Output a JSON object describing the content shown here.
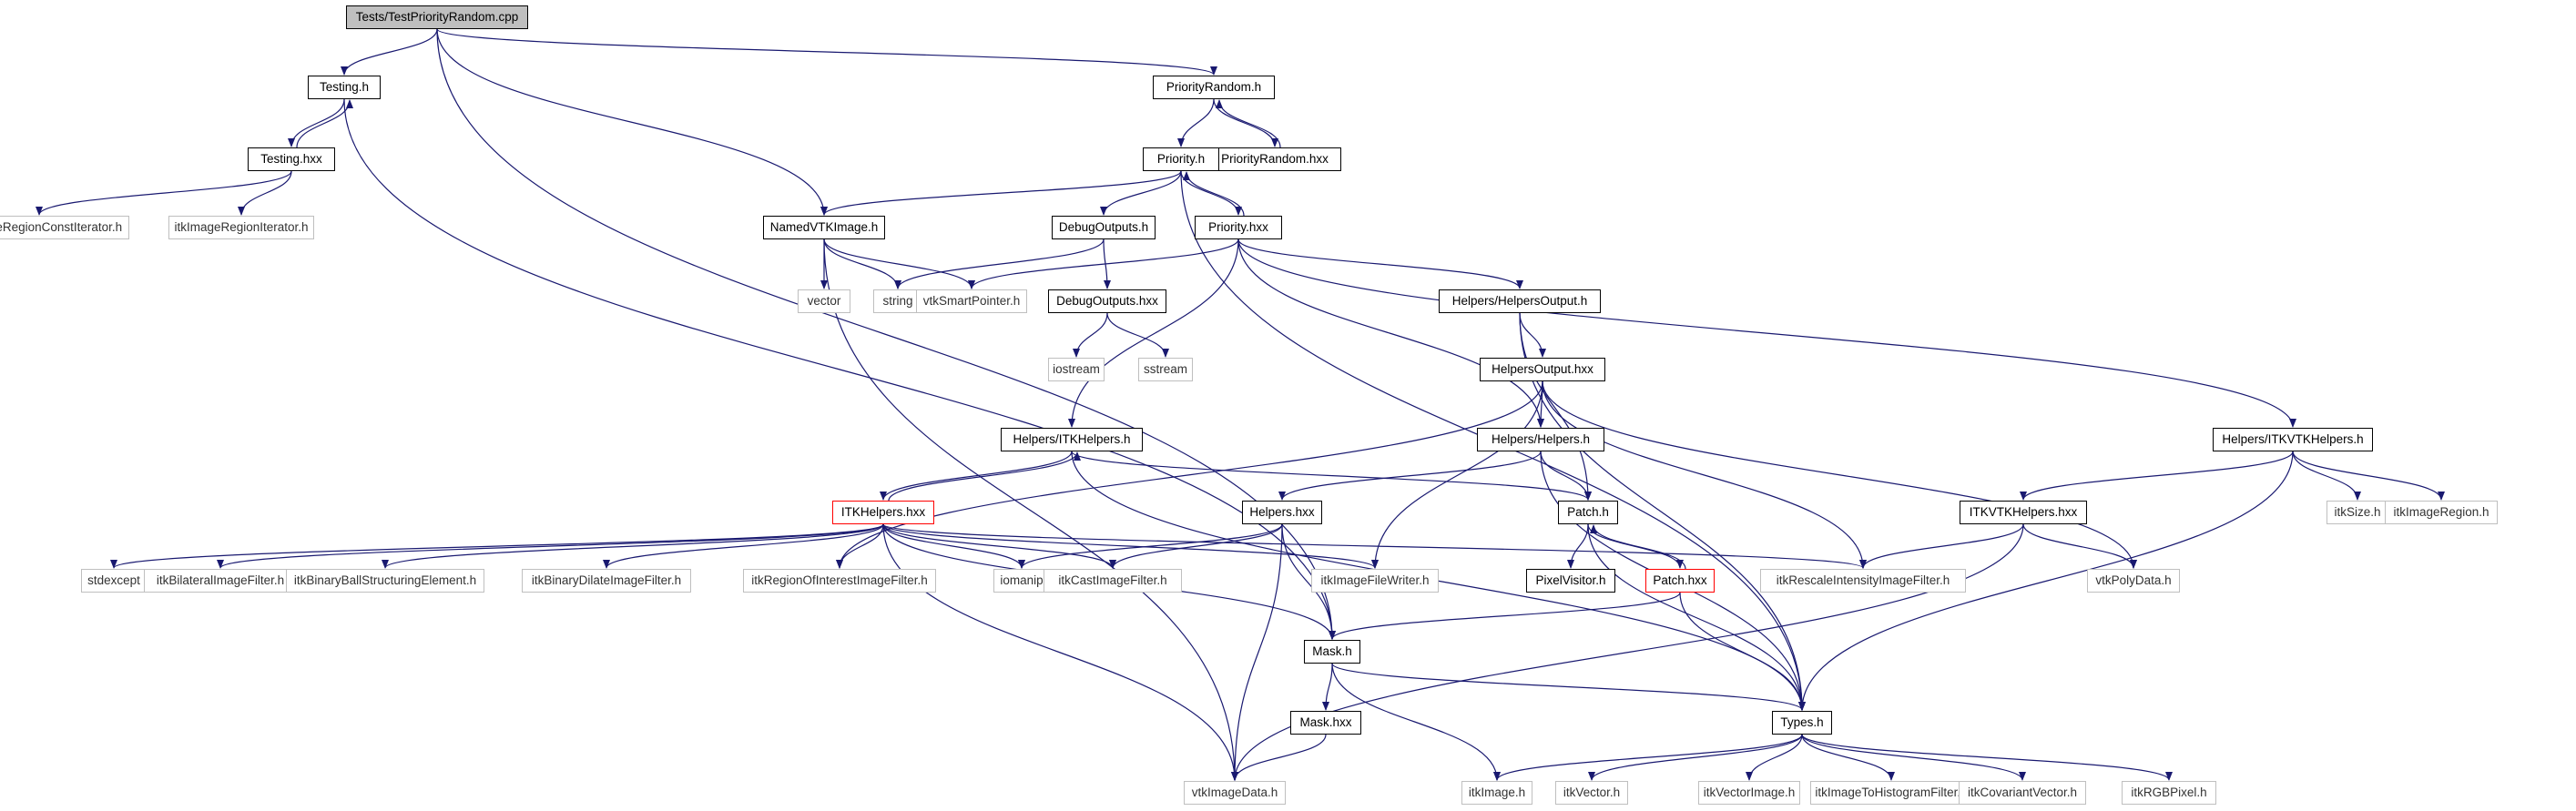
{
  "colors": {
    "edge": "#191970",
    "root_fill": "#bfbfbf",
    "normal_border": "#000000",
    "external_border": "#bfbfbf",
    "truncated_border": "#ff0000"
  },
  "nodes": [
    {
      "id": "root",
      "label": "Tests/TestPriorityRandom.cpp",
      "kind": "root"
    },
    {
      "id": "testing_h",
      "label": "Testing.h",
      "kind": "normal"
    },
    {
      "id": "priorityrandom_h",
      "label": "PriorityRandom.h",
      "kind": "normal"
    },
    {
      "id": "testing_hxx",
      "label": "Testing.hxx",
      "kind": "normal"
    },
    {
      "id": "priorityrandom_hxx",
      "label": "PriorityRandom.hxx",
      "kind": "normal"
    },
    {
      "id": "priority_h",
      "label": "Priority.h",
      "kind": "normal"
    },
    {
      "id": "itkimageregionconstiterator_h",
      "label": "itkImageRegionConstIterator.h",
      "kind": "external"
    },
    {
      "id": "itkimageregioniterator_h",
      "label": "itkImageRegionIterator.h",
      "kind": "external"
    },
    {
      "id": "namedvtkimage_h",
      "label": "NamedVTKImage.h",
      "kind": "normal"
    },
    {
      "id": "debugoutputs_h",
      "label": "DebugOutputs.h",
      "kind": "normal"
    },
    {
      "id": "priority_hxx",
      "label": "Priority.hxx",
      "kind": "normal"
    },
    {
      "id": "vector",
      "label": "vector",
      "kind": "external"
    },
    {
      "id": "string",
      "label": "string",
      "kind": "external"
    },
    {
      "id": "vtksmartpointer_h",
      "label": "vtkSmartPointer.h",
      "kind": "external"
    },
    {
      "id": "debugoutputs_hxx",
      "label": "DebugOutputs.hxx",
      "kind": "normal"
    },
    {
      "id": "helpersoutput_h",
      "label": "Helpers/HelpersOutput.h",
      "kind": "normal"
    },
    {
      "id": "iostream",
      "label": "iostream",
      "kind": "external"
    },
    {
      "id": "sstream",
      "label": "sstream",
      "kind": "external"
    },
    {
      "id": "helpersoutput_hxx",
      "label": "HelpersOutput.hxx",
      "kind": "normal"
    },
    {
      "id": "itkhelpers_h",
      "label": "Helpers/ITKHelpers.h",
      "kind": "normal"
    },
    {
      "id": "helpers_helpers_h",
      "label": "Helpers/Helpers.h",
      "kind": "normal"
    },
    {
      "id": "itkvtkhelpers_h",
      "label": "Helpers/ITKVTKHelpers.h",
      "kind": "normal"
    },
    {
      "id": "itkhelpers_hxx",
      "label": "ITKHelpers.hxx",
      "kind": "truncated"
    },
    {
      "id": "helpers_hxx",
      "label": "Helpers.hxx",
      "kind": "normal"
    },
    {
      "id": "patch_h",
      "label": "Patch.h",
      "kind": "normal"
    },
    {
      "id": "itkvtkhelpers_hxx",
      "label": "ITKVTKHelpers.hxx",
      "kind": "normal"
    },
    {
      "id": "itksize_h",
      "label": "itkSize.h",
      "kind": "external"
    },
    {
      "id": "itkimageregion_h",
      "label": "itkImageRegion.h",
      "kind": "external"
    },
    {
      "id": "stdexcept",
      "label": "stdexcept",
      "kind": "external"
    },
    {
      "id": "itkbilateralimagefilter_h",
      "label": "itkBilateralImageFilter.h",
      "kind": "external"
    },
    {
      "id": "itkbinaryballstructuringelement_h",
      "label": "itkBinaryBallStructuringElement.h",
      "kind": "external"
    },
    {
      "id": "itkbinarydilateimagefilter_h",
      "label": "itkBinaryDilateImageFilter.h",
      "kind": "external"
    },
    {
      "id": "itkregionofinterestimagefilter_h",
      "label": "itkRegionOfInterestImageFilter.h",
      "kind": "external"
    },
    {
      "id": "iomanip",
      "label": "iomanip",
      "kind": "external"
    },
    {
      "id": "itkcastimagefilter_h",
      "label": "itkCastImageFilter.h",
      "kind": "external"
    },
    {
      "id": "itkimagefilewriter_h",
      "label": "itkImageFileWriter.h",
      "kind": "external"
    },
    {
      "id": "pixelvisitor_h",
      "label": "PixelVisitor.h",
      "kind": "normal"
    },
    {
      "id": "patch_hxx",
      "label": "Patch.hxx",
      "kind": "truncated"
    },
    {
      "id": "itkrescaleintensityimagefilter_h",
      "label": "itkRescaleIntensityImageFilter.h",
      "kind": "external"
    },
    {
      "id": "vtkpolydata_h",
      "label": "vtkPolyData.h",
      "kind": "external"
    },
    {
      "id": "mask_h",
      "label": "Mask.h",
      "kind": "normal"
    },
    {
      "id": "mask_hxx",
      "label": "Mask.hxx",
      "kind": "normal"
    },
    {
      "id": "types_h",
      "label": "Types.h",
      "kind": "normal"
    },
    {
      "id": "vtkimagedata_h",
      "label": "vtkImageData.h",
      "kind": "external"
    },
    {
      "id": "itkimage_h",
      "label": "itkImage.h",
      "kind": "external"
    },
    {
      "id": "itkvector_h",
      "label": "itkVector.h",
      "kind": "external"
    },
    {
      "id": "itkvectorimage_h",
      "label": "itkVectorImage.h",
      "kind": "external"
    },
    {
      "id": "itkimagetohistogramfilter_h",
      "label": "itkImageToHistogramFilter.h",
      "kind": "external"
    },
    {
      "id": "itkcovariantvector_h",
      "label": "itkCovariantVector.h",
      "kind": "external"
    },
    {
      "id": "itkrgbpixel_h",
      "label": "itkRGBPixel.h",
      "kind": "external"
    }
  ],
  "edges": [
    [
      "root",
      "testing_h"
    ],
    [
      "root",
      "priorityrandom_h"
    ],
    [
      "root",
      "namedvtkimage_h"
    ],
    [
      "root",
      "mask_h"
    ],
    [
      "testing_h",
      "testing_hxx"
    ],
    [
      "testing_hxx",
      "testing_h"
    ],
    [
      "testing_h",
      "mask_h"
    ],
    [
      "testing_hxx",
      "itkimageregionconstiterator_h"
    ],
    [
      "testing_hxx",
      "itkimageregioniterator_h"
    ],
    [
      "priorityrandom_h",
      "priority_h"
    ],
    [
      "priorityrandom_h",
      "priorityrandom_hxx"
    ],
    [
      "priorityrandom_hxx",
      "priorityrandom_h"
    ],
    [
      "priority_h",
      "namedvtkimage_h"
    ],
    [
      "priority_h",
      "debugoutputs_h"
    ],
    [
      "priority_h",
      "priority_hxx"
    ],
    [
      "priority_hxx",
      "priority_h"
    ],
    [
      "priority_h",
      "types_h"
    ],
    [
      "namedvtkimage_h",
      "vector"
    ],
    [
      "namedvtkimage_h",
      "string"
    ],
    [
      "namedvtkimage_h",
      "vtksmartpointer_h"
    ],
    [
      "namedvtkimage_h",
      "vtkimagedata_h"
    ],
    [
      "debugoutputs_h",
      "string"
    ],
    [
      "debugoutputs_h",
      "debugoutputs_hxx"
    ],
    [
      "debugoutputs_hxx",
      "iostream"
    ],
    [
      "debugoutputs_hxx",
      "sstream"
    ],
    [
      "priority_hxx",
      "vtksmartpointer_h"
    ],
    [
      "priority_hxx",
      "helpersoutput_h"
    ],
    [
      "priority_hxx",
      "itkhelpers_h"
    ],
    [
      "priority_hxx",
      "helpers_helpers_h"
    ],
    [
      "priority_hxx",
      "itkvtkhelpers_h"
    ],
    [
      "helpersoutput_h",
      "helpersoutput_hxx"
    ],
    [
      "helpersoutput_h",
      "patch_h"
    ],
    [
      "helpersoutput_h",
      "types_h"
    ],
    [
      "helpersoutput_hxx",
      "helpers_helpers_h"
    ],
    [
      "helpersoutput_hxx",
      "itkregionofinterestimagefilter_h"
    ],
    [
      "helpersoutput_hxx",
      "itkimagefilewriter_h"
    ],
    [
      "helpersoutput_hxx",
      "itkrescaleintensityimagefilter_h"
    ],
    [
      "helpersoutput_hxx",
      "vtkpolydata_h"
    ],
    [
      "itkhelpers_h",
      "itkhelpers_hxx"
    ],
    [
      "itkhelpers_hxx",
      "itkhelpers_h"
    ],
    [
      "itkhelpers_h",
      "patch_h"
    ],
    [
      "itkhelpers_h",
      "types_h"
    ],
    [
      "helpers_helpers_h",
      "helpers_hxx"
    ],
    [
      "helpers_helpers_h",
      "patch_h"
    ],
    [
      "helpers_helpers_h",
      "types_h"
    ],
    [
      "itkvtkhelpers_h",
      "itkvtkhelpers_hxx"
    ],
    [
      "itkvtkhelpers_h",
      "itksize_h"
    ],
    [
      "itkvtkhelpers_h",
      "itkimageregion_h"
    ],
    [
      "itkvtkhelpers_h",
      "types_h"
    ],
    [
      "itkvtkhelpers_hxx",
      "itkrescaleintensityimagefilter_h"
    ],
    [
      "itkvtkhelpers_hxx",
      "vtkpolydata_h"
    ],
    [
      "itkvtkhelpers_hxx",
      "vtkimagedata_h"
    ],
    [
      "itkhelpers_hxx",
      "stdexcept"
    ],
    [
      "itkhelpers_hxx",
      "itkbilateralimagefilter_h"
    ],
    [
      "itkhelpers_hxx",
      "itkbinaryballstructuringelement_h"
    ],
    [
      "itkhelpers_hxx",
      "itkbinarydilateimagefilter_h"
    ],
    [
      "itkhelpers_hxx",
      "itkregionofinterestimagefilter_h"
    ],
    [
      "itkhelpers_hxx",
      "iomanip"
    ],
    [
      "itkhelpers_hxx",
      "itkcastimagefilter_h"
    ],
    [
      "itkhelpers_hxx",
      "itkimagefilewriter_h"
    ],
    [
      "itkhelpers_hxx",
      "itkrescaleintensityimagefilter_h"
    ],
    [
      "itkhelpers_hxx",
      "mask_h"
    ],
    [
      "itkhelpers_hxx",
      "vtkimagedata_h"
    ],
    [
      "helpers_hxx",
      "iomanip"
    ],
    [
      "helpers_hxx",
      "itkcastimagefilter_h"
    ],
    [
      "helpers_hxx",
      "mask_h"
    ],
    [
      "helpers_hxx",
      "vtkimagedata_h"
    ],
    [
      "patch_h",
      "pixelvisitor_h"
    ],
    [
      "patch_h",
      "patch_hxx"
    ],
    [
      "patch_hxx",
      "patch_h"
    ],
    [
      "patch_h",
      "types_h"
    ],
    [
      "patch_hxx",
      "mask_h"
    ],
    [
      "patch_hxx",
      "types_h"
    ],
    [
      "mask_h",
      "mask_hxx"
    ],
    [
      "mask_h",
      "types_h"
    ],
    [
      "mask_h",
      "itkimage_h"
    ],
    [
      "mask_hxx",
      "vtkimagedata_h"
    ],
    [
      "types_h",
      "itkimage_h"
    ],
    [
      "types_h",
      "itkvector_h"
    ],
    [
      "types_h",
      "itkvectorimage_h"
    ],
    [
      "types_h",
      "itkimagetohistogramfilter_h"
    ],
    [
      "types_h",
      "itkcovariantvector_h"
    ],
    [
      "types_h",
      "itkrgbpixel_h"
    ]
  ]
}
